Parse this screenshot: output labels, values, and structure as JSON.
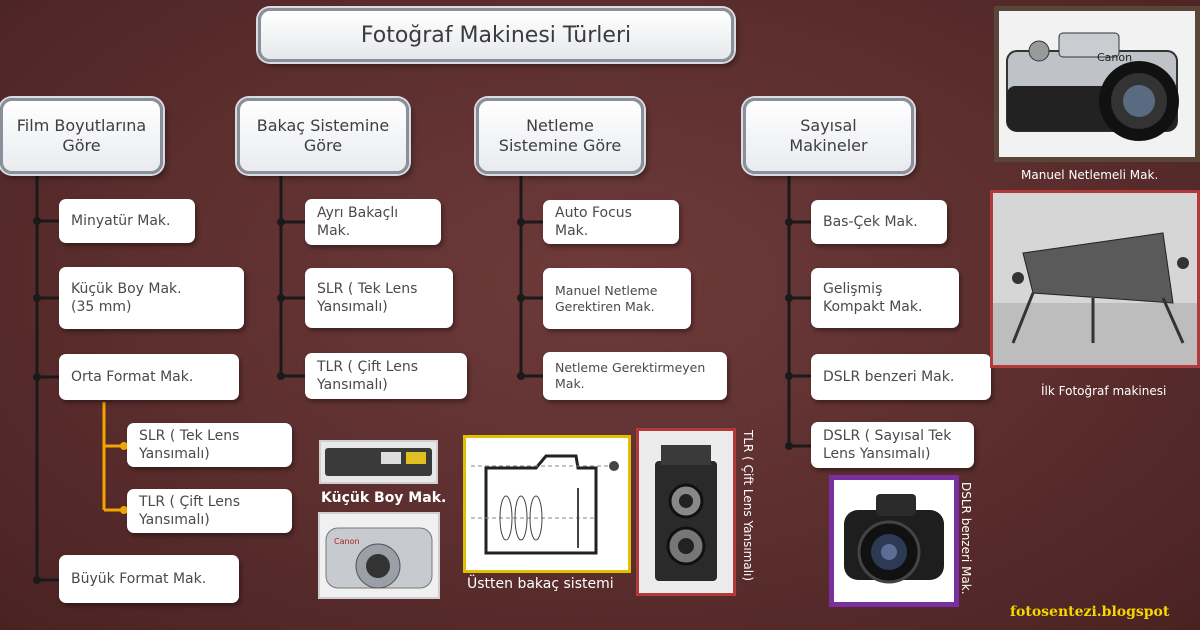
{
  "title": "Fotoğraf Makinesi Türleri",
  "colors": {
    "background": "#5c2e2e",
    "connector": "#1a1a1a",
    "sub_connector": "#f0a500",
    "box": "#ffffff"
  },
  "categories": [
    {
      "label": "Film Boyutlarına\nGöre",
      "items": [
        "Minyatür Mak.",
        "Küçük Boy Mak.\n(35 mm)",
        "Orta Format Mak.",
        "Büyük Format Mak."
      ],
      "sub_items": [
        "SLR ( Tek Lens\nYansımalı)",
        "TLR ( Çift Lens\nYansımalı)"
      ]
    },
    {
      "label": "Bakaç Sistemine\nGöre",
      "items": [
        "Ayrı Bakaçlı\nMak.",
        "SLR ( Tek Lens\nYansımalı)",
        "TLR ( Çift Lens\nYansımalı)"
      ]
    },
    {
      "label": "Netleme\nSistemine Göre",
      "items": [
        "Auto Focus\nMak.",
        "Manuel Netleme\nGerektiren Mak.",
        "Netleme Gerektirmeyen\nMak."
      ]
    },
    {
      "label": "Sayısal\nMakineler",
      "items": [
        "Bas-Çek Mak.",
        "Gelişmiş\nKompakt Mak.",
        "DSLR benzeri Mak.",
        "DSLR ( Sayısal Tek\nLens Yansımalı)"
      ]
    }
  ],
  "captions": {
    "manual": "Manuel Netlemeli Mak.",
    "first_camera": "İlk Fotoğraf makinesi",
    "small_camera": "Küçük Boy Mak.",
    "top_viewfinder": "Üstten bakaç sistemi",
    "tlr": "TLR ( Çift Lens Yansımalı)",
    "dslr_like": "DSLR benzeri Mak."
  },
  "photo_text": {
    "canon_brand": "Canon",
    "canon_small": "Canon"
  },
  "watermark": "fotosentezi.blogspot"
}
